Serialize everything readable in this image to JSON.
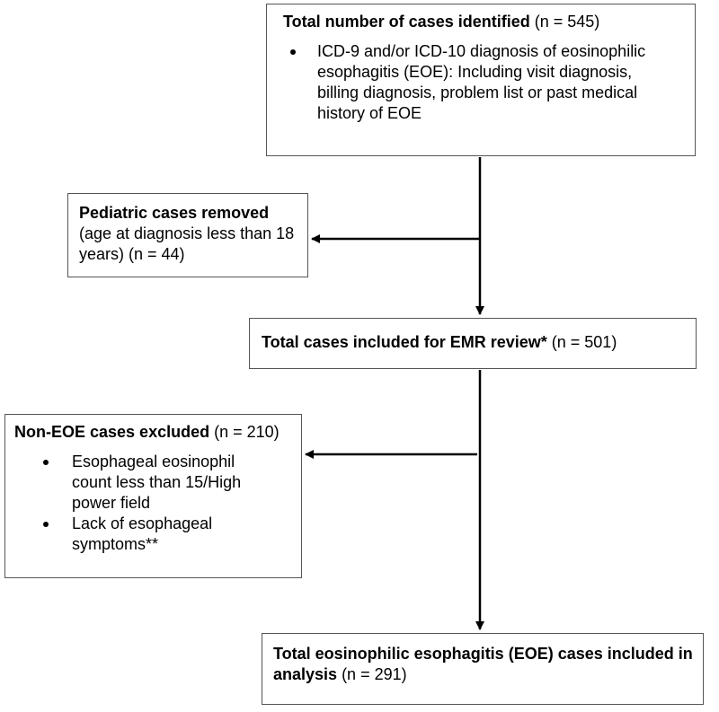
{
  "boxes": {
    "identified": {
      "title": "Total number of cases identified",
      "count": " (n = 545)",
      "bullets": [
        "ICD-9 and/or ICD-10 diagnosis of eosinophilic esophagitis (EOE): Including visit diagnosis, billing diagnosis, problem list or past medical history of EOE"
      ]
    },
    "pediatric": {
      "title": "Pediatric cases removed",
      "text": "(age at diagnosis less than 18 years) (n = 44)"
    },
    "emr_review": {
      "title": "Total cases included for EMR review*",
      "count": " (n = 501)"
    },
    "non_eoe": {
      "title": "Non-EOE cases excluded",
      "count": " (n = 210)",
      "bullets": [
        "Esophageal eosinophil count less than 15/High power field",
        "Lack of esophageal symptoms**"
      ]
    },
    "final": {
      "title": "Total eosinophilic esophagitis (EOE) cases included in analysis",
      "count": " (n = 291)"
    }
  }
}
